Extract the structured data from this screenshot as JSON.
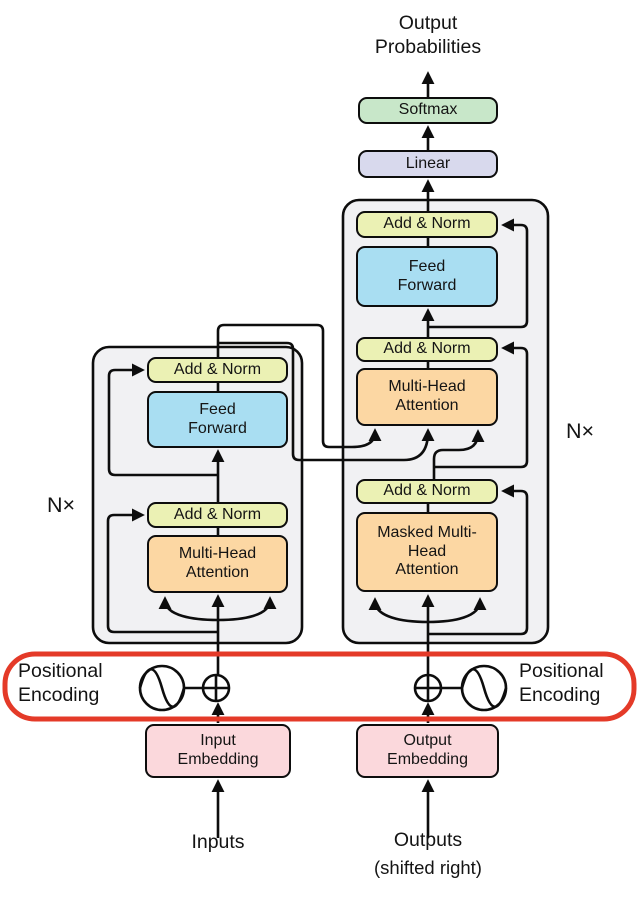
{
  "labels": {
    "output_probabilities": "Output Probabilities",
    "inputs": "Inputs",
    "outputs": "Outputs",
    "outputs_shifted": "(shifted right)",
    "positional_encoding": "Positional Encoding",
    "n_times": "N×"
  },
  "blocks": {
    "softmax": "Softmax",
    "linear": "Linear",
    "add_norm": "Add & Norm",
    "feed_forward": "Feed Forward",
    "multi_head_attention": "Multi-Head Attention",
    "masked_multi_head_attention": "Masked Multi-Head Attention",
    "input_embedding": "Input Embedding",
    "output_embedding": "Output Embedding"
  },
  "icons": {
    "positional_encoding": "sine-wave-icon",
    "add": "circled-plus-icon"
  },
  "colors": {
    "softmax": "#c8e7c9",
    "linear": "#d8d9ed",
    "add_norm": "#ebf1b4",
    "feed_forward": "#a9def2",
    "attention": "#fcd7a3",
    "embedding": "#fbd8dc",
    "stack_background": "#f1f1f3",
    "highlight_box": "#e43a28",
    "line": "#0d0d0d"
  }
}
